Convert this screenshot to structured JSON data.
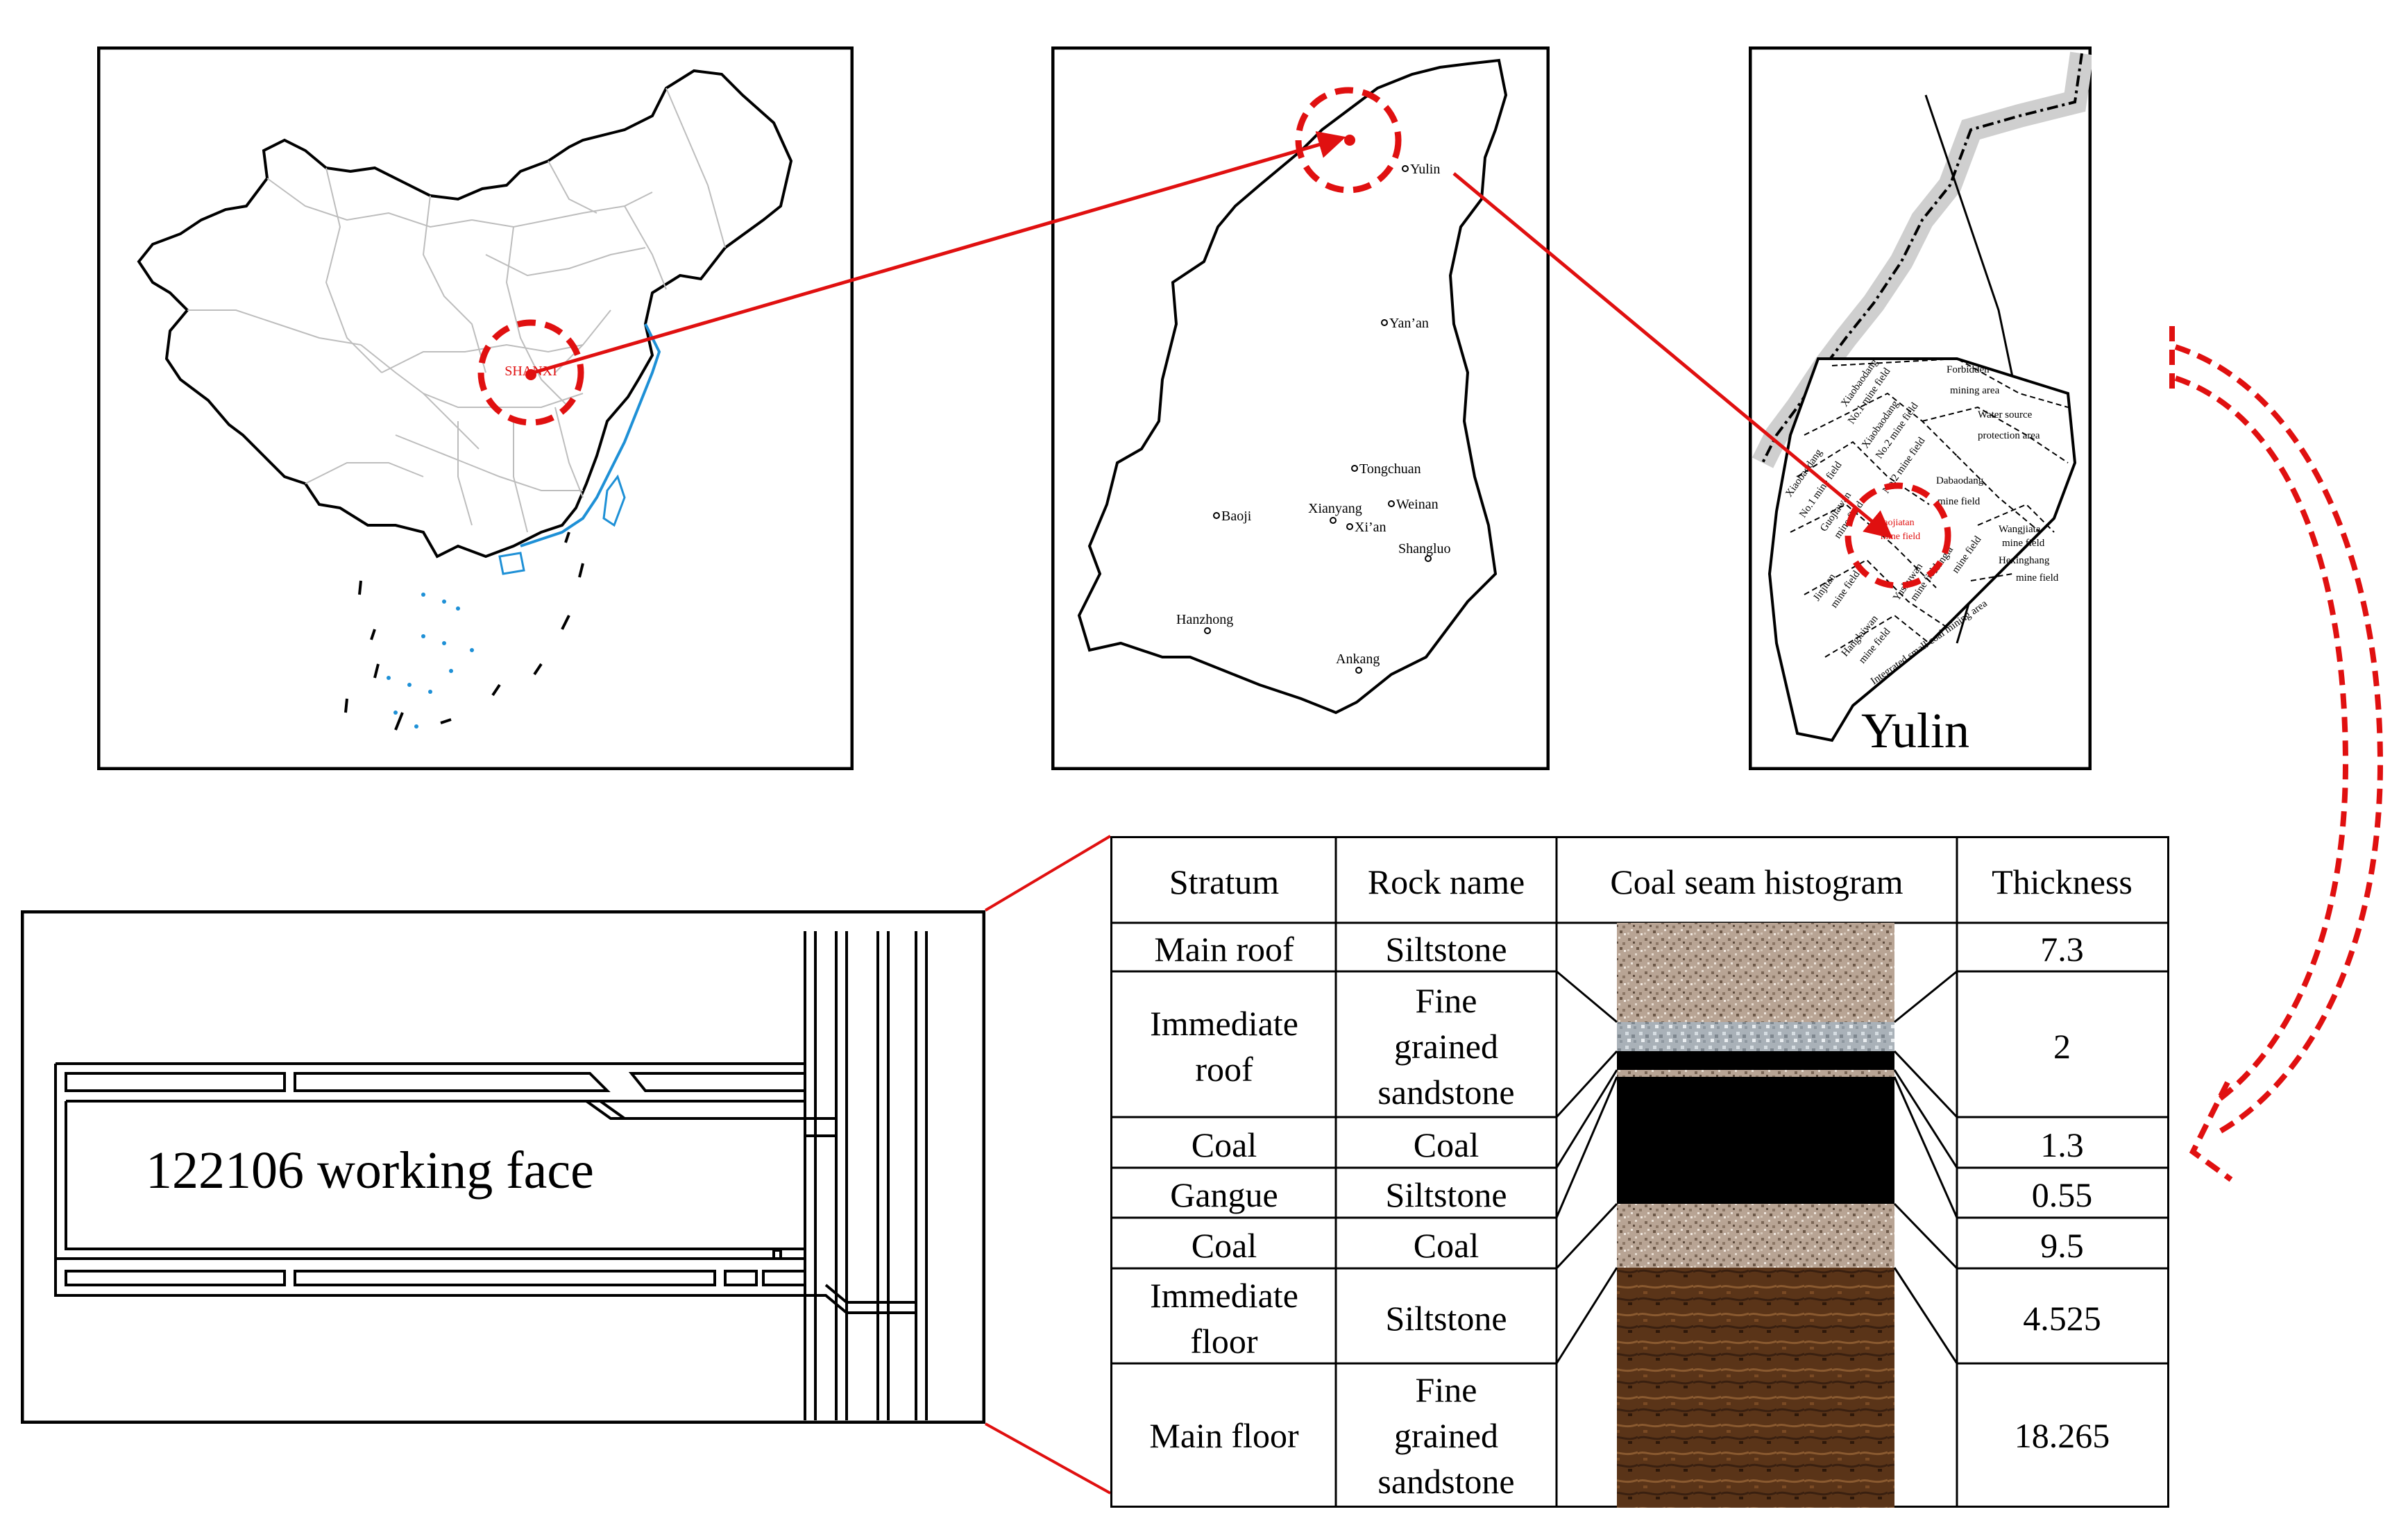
{
  "maps": {
    "china": {
      "province_label": "SHANXI"
    },
    "shaanxi": {
      "cities": [
        "Yulin",
        "Yan’an",
        "Tongchuan",
        "Baoji",
        "Xianyang",
        "Weinan",
        "Xi’an",
        "Shangluo",
        "Hanzhong",
        "Ankang"
      ]
    },
    "yulin": {
      "title": "Yulin",
      "mine_fields": [
        "Xiaobaodang",
        "No.1 mine field",
        "Xiaobaodang",
        "No.2 mine field",
        "Forbidden",
        "mining area",
        "Water source",
        "protection area",
        "Xiaobaodang",
        "No.1 mine field",
        "No.2 mine field",
        "Guojiawan",
        "mine field",
        "Dabaodang",
        "mine field",
        "Caojiatan",
        "mine field",
        "Wangjiata",
        "mine field",
        "Hexinghang",
        "mine field",
        "Jinjitan",
        "mine field",
        "Yushuwan",
        "mine field",
        "Hangla",
        "mine field",
        "Hanglaiwan",
        "mine field",
        "Integrated small coal mining area"
      ]
    }
  },
  "working_face": {
    "label": "122106 working face"
  },
  "table": {
    "headers": [
      "Stratum",
      "Rock name",
      "Coal seam histogram",
      "Thickness"
    ],
    "rows": [
      {
        "stratum": "Main roof",
        "rock": "Siltstone",
        "thickness": "7.3"
      },
      {
        "stratum": "Immediate roof",
        "rock": "Fine grained sandstone",
        "thickness": "2"
      },
      {
        "stratum": "Coal",
        "rock": "Coal",
        "thickness": "1.3"
      },
      {
        "stratum": "Gangue",
        "rock": "Siltstone",
        "thickness": "0.55"
      },
      {
        "stratum": "Coal",
        "rock": "Coal",
        "thickness": "9.5"
      },
      {
        "stratum": "Immediate floor",
        "rock": "Siltstone",
        "thickness": "4.525"
      },
      {
        "stratum": "Main floor",
        "rock": "Fine grained sandstone",
        "thickness": "18.265"
      }
    ]
  },
  "colors": {
    "accent": "#e01010",
    "coastline": "#1e90d6",
    "coal": "#000000",
    "siltstone": "#b8a494",
    "floor": "#5a3418"
  }
}
